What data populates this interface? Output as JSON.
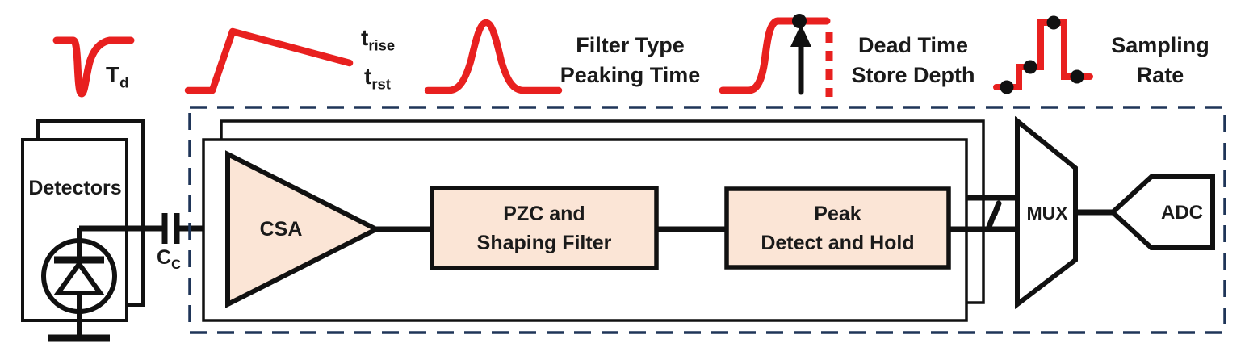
{
  "figure": {
    "description_labels_present": true
  },
  "colors": {
    "waveform_red": "#e8201f",
    "dashed_border_navy": "#1f3558",
    "block_fill_peach": "#fbe5d6",
    "line_black": "#111111",
    "background": "#ffffff"
  },
  "icons": {
    "detector_pulse_waveform_icon": "red negative exponential pulse",
    "csa_ramp_waveform_icon": "red fast-rise slow-decay ramp",
    "shaped_pulse_waveform_icon": "red gaussian shaped pulse",
    "peak_hold_waveform_icon": "red step with sample dot, arrow and dashed hold line",
    "sampled_staircase_waveform_icon": "red staircase with black sample dots",
    "photodiode_icon": "circled diode symbol with ground",
    "capacitor_icon": "two parallel plates",
    "bus_slash_icon": "diagonal dashes marking multiple channels"
  },
  "annotations": {
    "detector_pulse_label": {
      "base": "T",
      "sub": "d"
    },
    "rise_label": {
      "base": "t",
      "sub": "rise"
    },
    "reset_label": {
      "base": "t",
      "sub": "rst"
    },
    "filter_label_line1": "Filter Type",
    "filter_label_line2": "Peaking Time",
    "deadtime_label_line1": "Dead Time",
    "deadtime_label_line2": "Store Depth",
    "sampling_label_line1": "Sampling",
    "sampling_label_line2": "Rate"
  },
  "blocks": {
    "detectors_label": "Detectors",
    "coupling_capacitor_label": {
      "base": "C",
      "sub": "C"
    },
    "csa_label": "CSA",
    "pzc_label_line1": "PZC and",
    "pzc_label_line2": "Shaping Filter",
    "peak_label_line1": "Peak",
    "peak_label_line2": "Detect and Hold",
    "mux_label": "MUX",
    "adc_label": "ADC"
  }
}
